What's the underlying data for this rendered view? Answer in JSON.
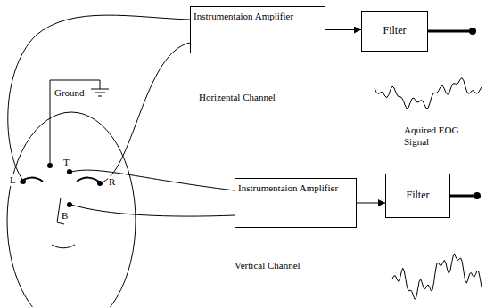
{
  "diagram": {
    "nodes": [
      {
        "text": [
          "Instrumentaion Amplifier"
        ]
      },
      {
        "text": [
          "Filter"
        ]
      },
      {
        "text": [
          "Instrumentaion Amplifier"
        ]
      },
      {
        "text": [
          "Filter"
        ]
      }
    ],
    "edges": [
      {
        "from": 0,
        "to": 1,
        "arrow": "to"
      },
      {
        "from": 2,
        "to": 3,
        "arrow": "to"
      }
    ],
    "labels": [
      "Ground",
      "Horizental Channel",
      "Aquired EOG Signal",
      "Vertical Channel",
      "L",
      "T",
      "R",
      "B"
    ]
  }
}
